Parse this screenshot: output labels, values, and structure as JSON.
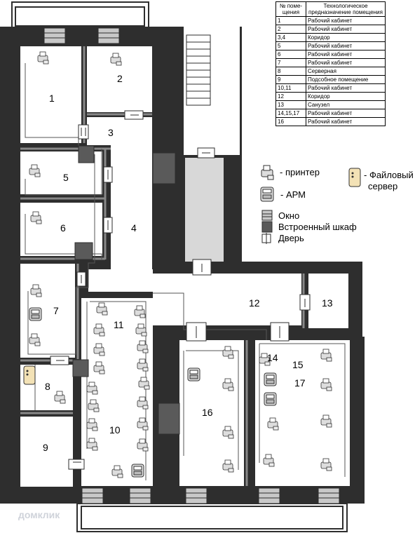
{
  "table": {
    "col_number": "№ поме-щения",
    "col_purpose": "Технологическое предназначение помещения",
    "rows": [
      {
        "n": "1",
        "p": "Рабочий кабинет"
      },
      {
        "n": "2",
        "p": "Рабочий кабинет"
      },
      {
        "n": "3,4",
        "p": "Коридор"
      },
      {
        "n": "5",
        "p": "Рабочий кабинет"
      },
      {
        "n": "6",
        "p": "Рабочий кабинет"
      },
      {
        "n": "7",
        "p": "Рабочий кабинет"
      },
      {
        "n": "8",
        "p": "Серверная"
      },
      {
        "n": "9",
        "p": "Подсобное помещение"
      },
      {
        "n": "10,11",
        "p": "Рабочий кабинет"
      },
      {
        "n": "12",
        "p": "Коридор"
      },
      {
        "n": "13",
        "p": "Санузел"
      },
      {
        "n": "14,15,17",
        "p": "Рабочий кабинет"
      },
      {
        "n": "16",
        "p": "Рабочий кабинет"
      }
    ]
  },
  "legend": {
    "printer": "- принтер",
    "workstation": "- АРМ",
    "file_server_line1": "- Файловый",
    "file_server_line2": "сервер",
    "window": "Окно",
    "cabinet": "Встроенный шкаф",
    "door": "Дверь"
  },
  "room_labels": {
    "r1": "1",
    "r2": "2",
    "r3": "3",
    "r4": "4",
    "r5": "5",
    "r6": "6",
    "r7": "7",
    "r8": "8",
    "r9": "9",
    "r10": "10",
    "r11": "11",
    "r12": "12",
    "r13": "13",
    "r14": "14",
    "r15": "15",
    "r16": "16",
    "r17": "17"
  },
  "watermark": "домклик",
  "colors": {
    "wall": "#2e2e2e",
    "window": "#c8c8c8",
    "cabinet": "#5a5a5a",
    "stair_fill": "#d8d8d8"
  }
}
